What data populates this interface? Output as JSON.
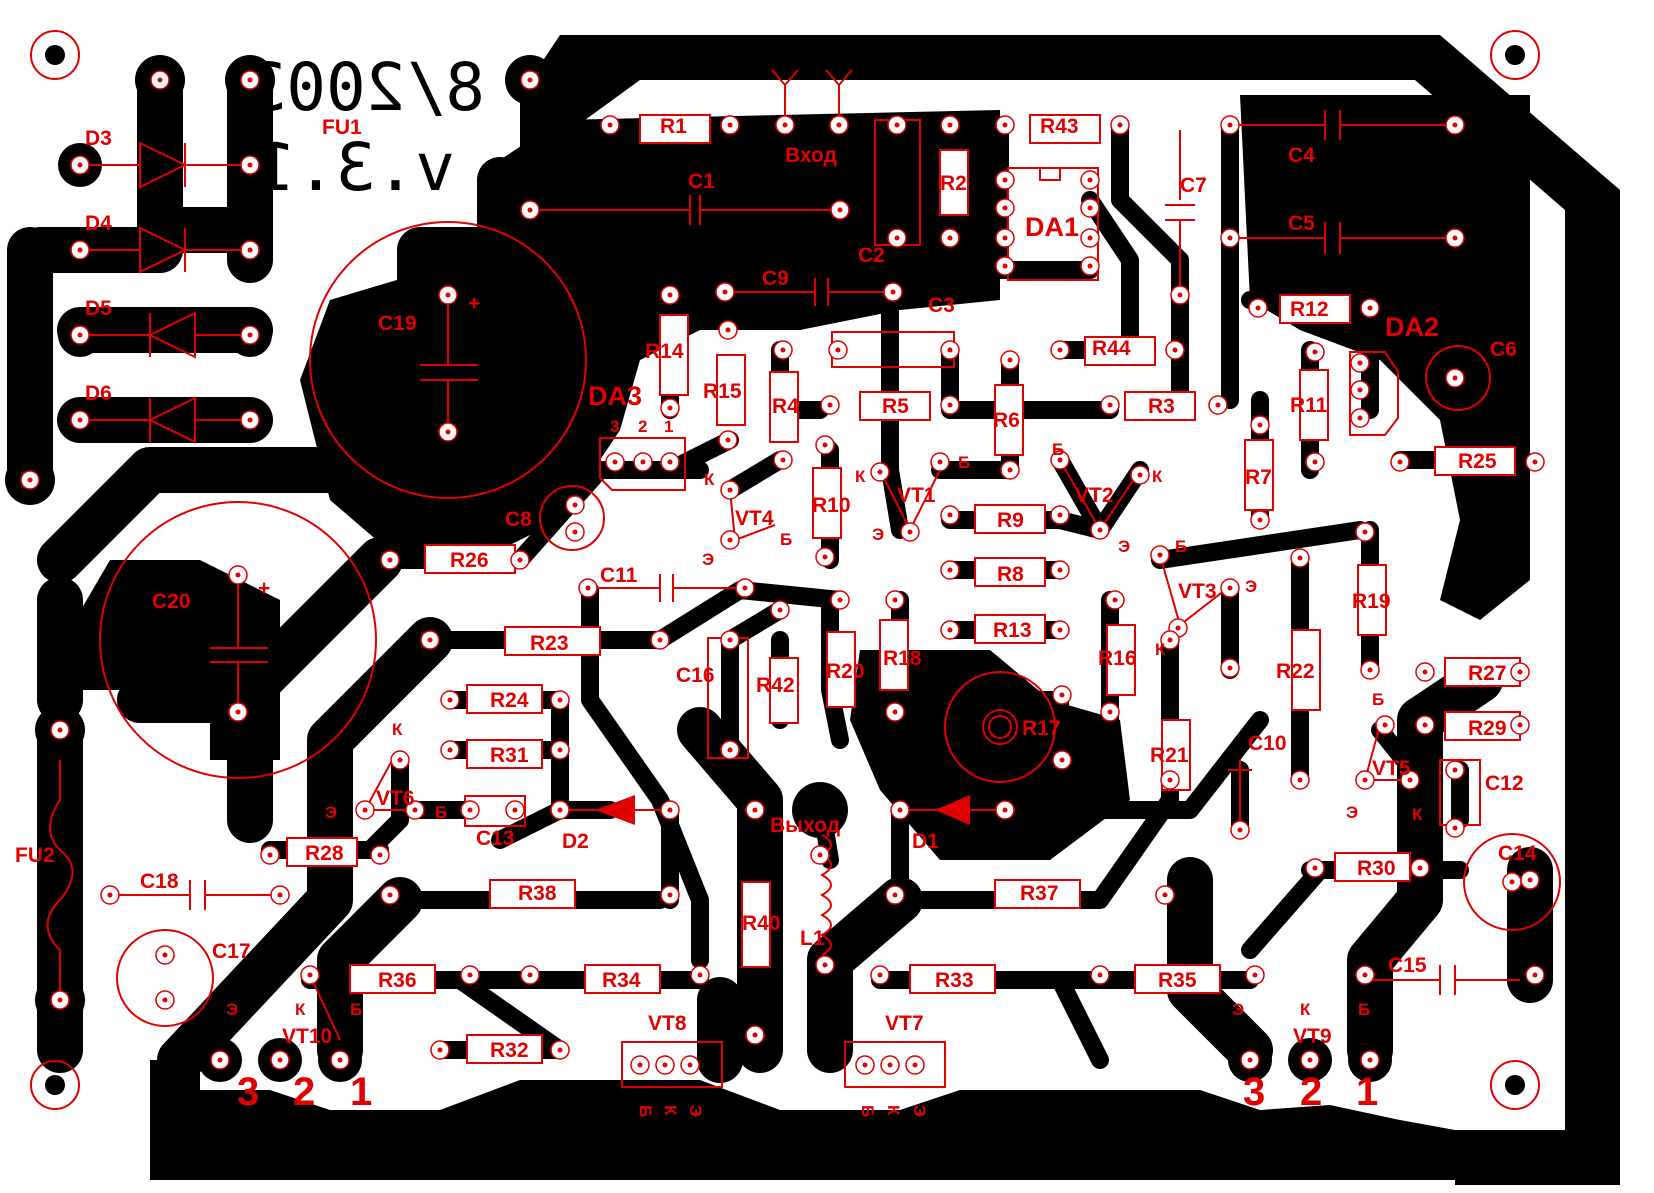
{
  "board": {
    "background": "#ffffff",
    "copper_color": "#000000",
    "silk_color": "#e00000",
    "board_date": "8/2003",
    "board_version": "v.3.1"
  },
  "resistors": [
    "R1",
    "R2",
    "R3",
    "R4",
    "R5",
    "R6",
    "R7",
    "R8",
    "R9",
    "R10",
    "R11",
    "R12",
    "R13",
    "R14",
    "R15",
    "R16",
    "R17",
    "R18",
    "R19",
    "R20",
    "R21",
    "R22",
    "R23",
    "R24",
    "R25",
    "R26",
    "R27",
    "R28",
    "R29",
    "R30",
    "R31",
    "R32",
    "R33",
    "R34",
    "R35",
    "R36",
    "R37",
    "R38",
    "R40",
    "R42",
    "R43",
    "R44"
  ],
  "capacitors": [
    "C1",
    "C2",
    "C3",
    "C4",
    "C5",
    "C6",
    "C7",
    "C8",
    "C9",
    "C10",
    "C11",
    "C12",
    "C13",
    "C14",
    "C15",
    "C16",
    "C17",
    "C18",
    "C19",
    "C20"
  ],
  "diodes": [
    "D1",
    "D2",
    "D3",
    "D4",
    "D5",
    "D6"
  ],
  "ics": [
    "DA1",
    "DA2",
    "DA3"
  ],
  "transistors": [
    "VT1",
    "VT2",
    "VT3",
    "VT4",
    "VT5",
    "VT6",
    "VT7",
    "VT8",
    "VT9",
    "VT10"
  ],
  "misc": {
    "fu1": "FU1",
    "fu2": "FU2",
    "l1": "L1",
    "input": "Вход",
    "output": "Выход"
  },
  "pins": {
    "k": "К",
    "b": "Б",
    "e": "Э",
    "one": "1",
    "two": "2",
    "three": "3"
  },
  "plus": "+"
}
